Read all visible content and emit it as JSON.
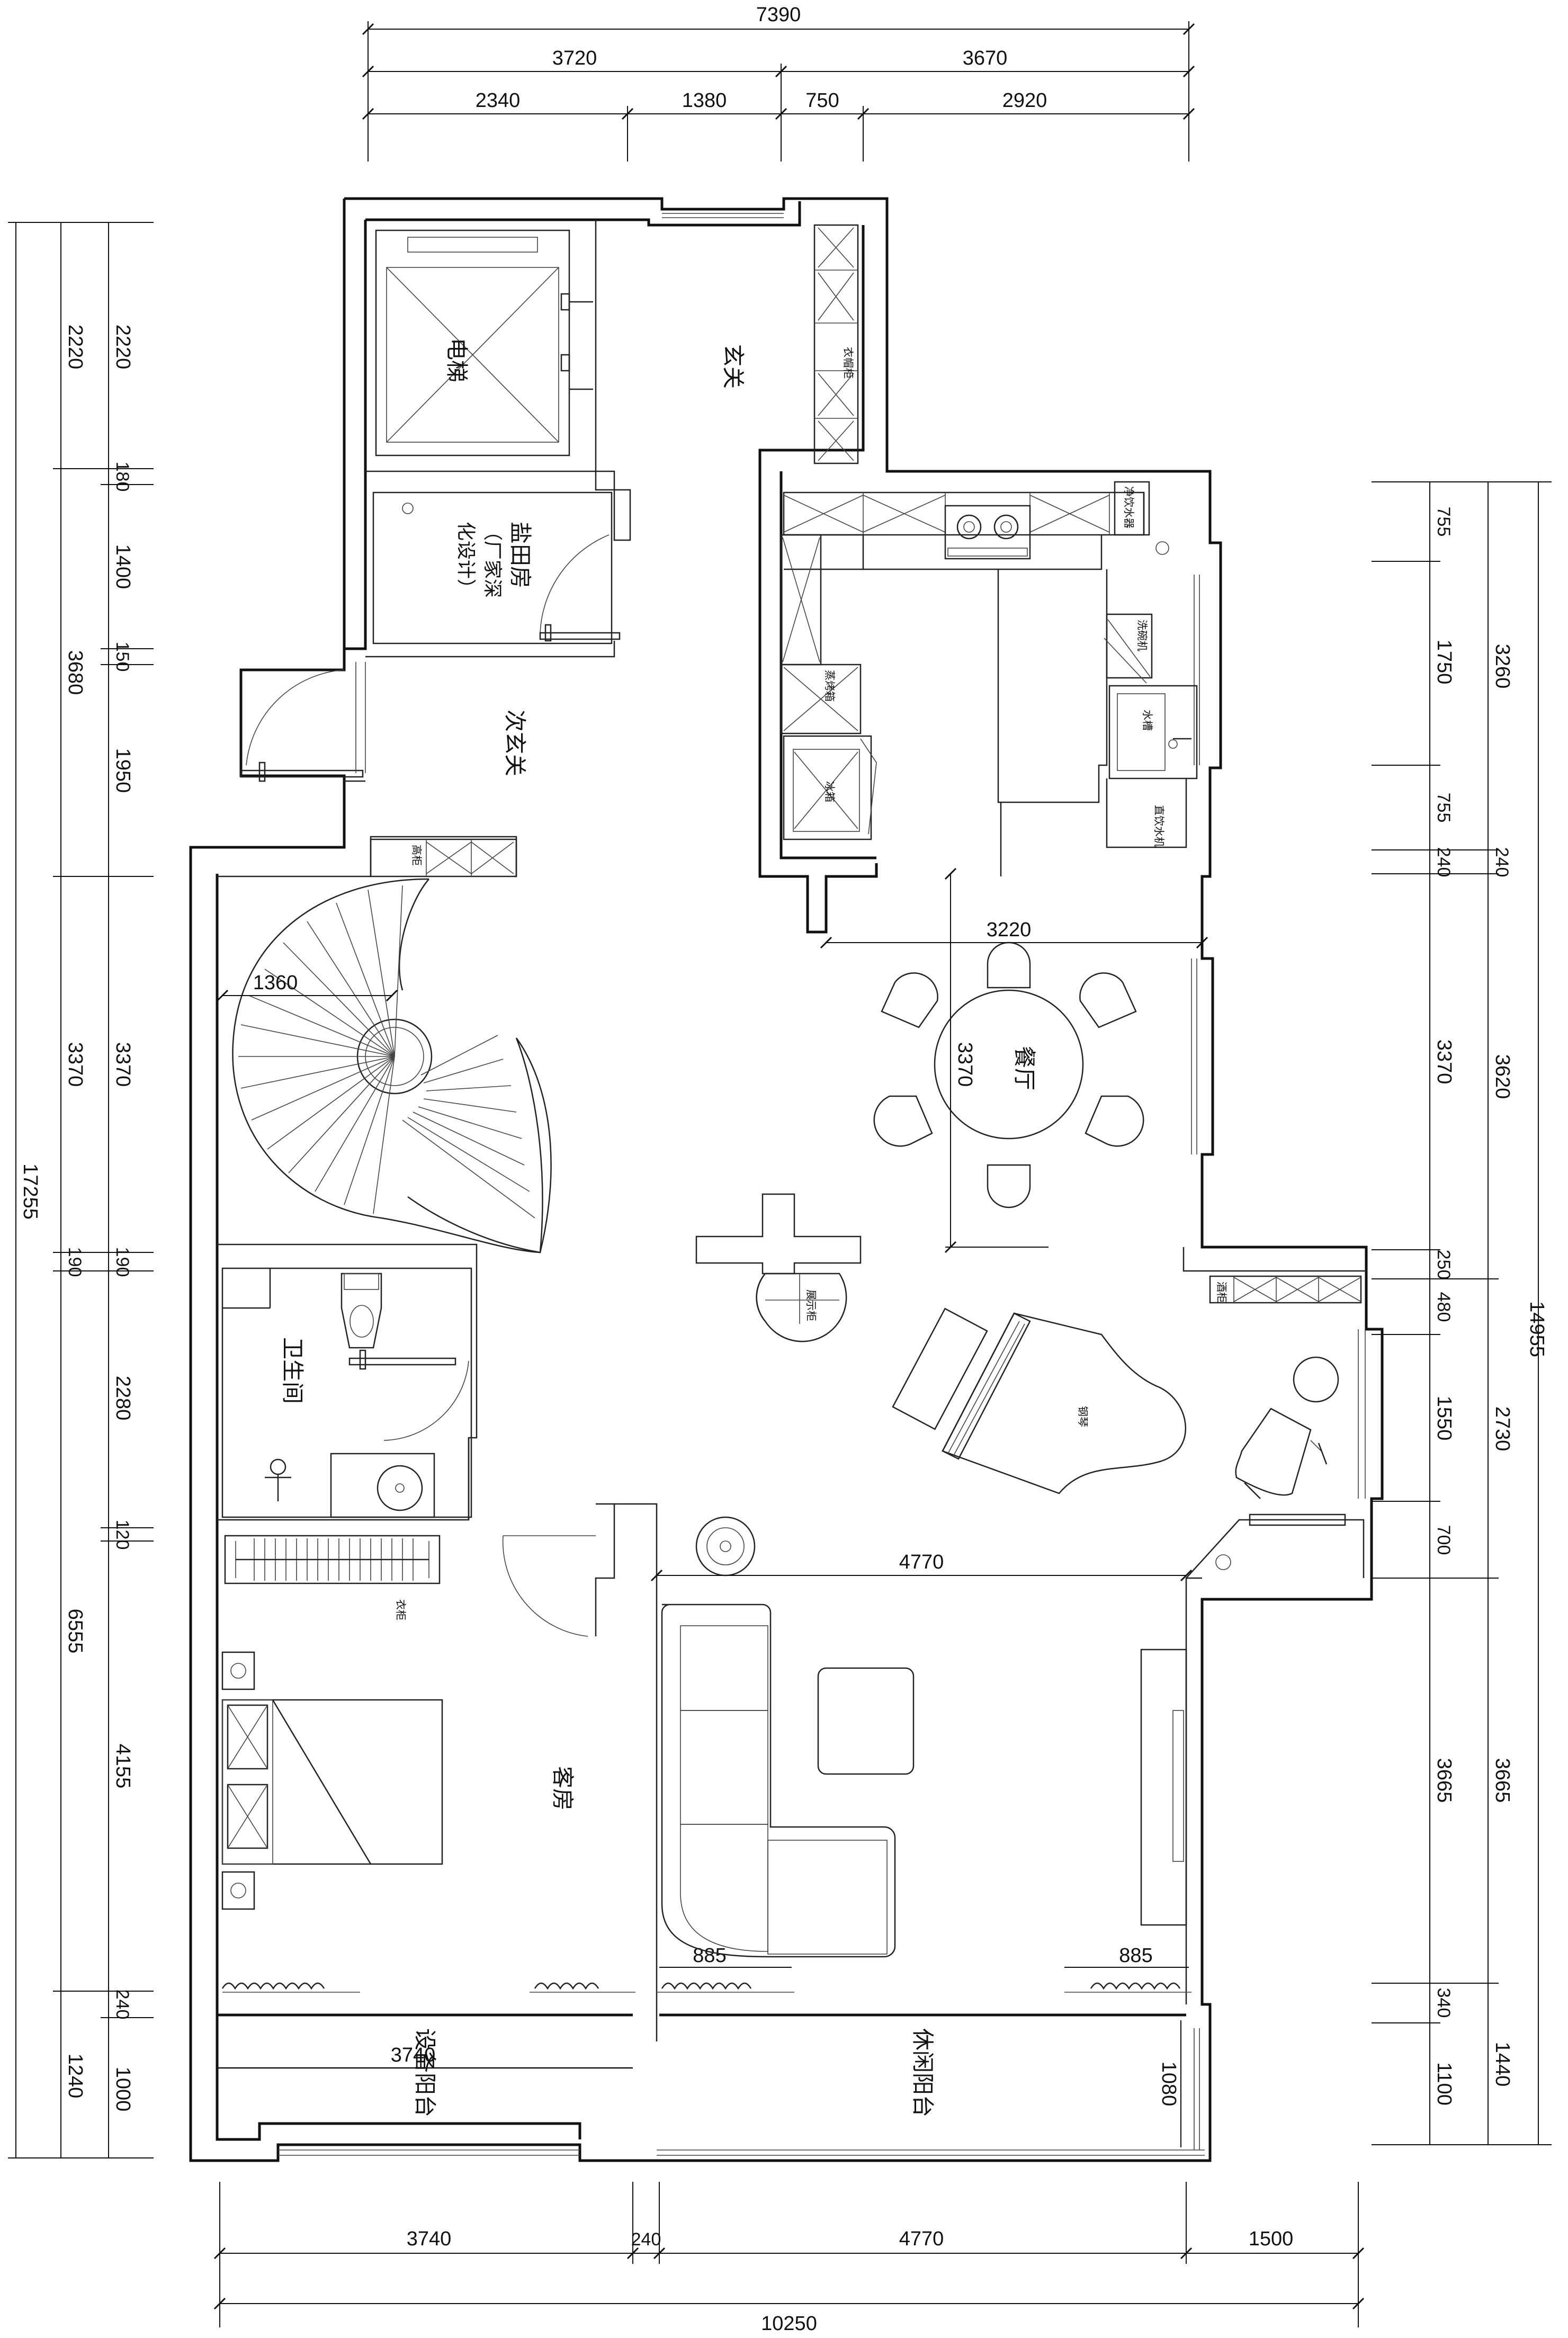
{
  "rooms": {
    "entry": "玄关",
    "elevator": "电梯",
    "meter_room": "盐田房",
    "meter_note1": "（厂家深",
    "meter_note2": "化设计）",
    "secondary_entry": "次玄关",
    "dining": "餐厅",
    "bathroom": "卫生间",
    "guest_room": "客房",
    "leisure_balcony": "休闲阳台",
    "equipment_balcony": "设备阳台"
  },
  "labels": {
    "wardrobe_entry": "衣帽柜",
    "fridge": "冰箱",
    "steam_oven": "蒸烤箱",
    "dishwasher": "洗碗机",
    "sink": "水槽",
    "water_purifier": "净饮水器",
    "water_dispenser": "直饮水机",
    "tall_cabinet": "高柜",
    "display_cabinet": "展示柜",
    "piano": "钢琴",
    "wardrobe_guest": "衣柜",
    "wine_cabinet": "酒柜"
  },
  "dims": {
    "top_total": "7390",
    "top_a": "3720",
    "top_b": "3670",
    "top_a1": "2340",
    "top_a2": "1380",
    "top_b1": "750",
    "top_b2": "2920",
    "left_total": "17255",
    "left_l1": [
      "2220",
      "3680",
      "3370",
      "190",
      "6555",
      "1240"
    ],
    "left_l2": [
      "2220",
      "180",
      "1400",
      "150",
      "1950",
      "3370",
      "190",
      "2280",
      "120",
      "4155",
      "240",
      "1000"
    ],
    "right_total": "14955",
    "right_r1": [
      "755",
      "1750",
      "755",
      "240",
      "3370",
      "250",
      "480",
      "1550",
      "700",
      "3665",
      "340",
      "1100"
    ],
    "right_r2": [
      "3260",
      "240",
      "3620",
      "2730",
      "3665",
      "1440"
    ],
    "bottom_total": "10250",
    "bottom": [
      "3740",
      "240",
      "4770",
      "1500"
    ],
    "interior_stair": "1360",
    "interior_dining_w": "3220",
    "interior_dining_h": "3370",
    "interior_living": "4770",
    "interior_curtain_a": "885",
    "interior_curtain_b": "885",
    "interior_balcony_w": "3740",
    "interior_balcony_h": "1080"
  }
}
